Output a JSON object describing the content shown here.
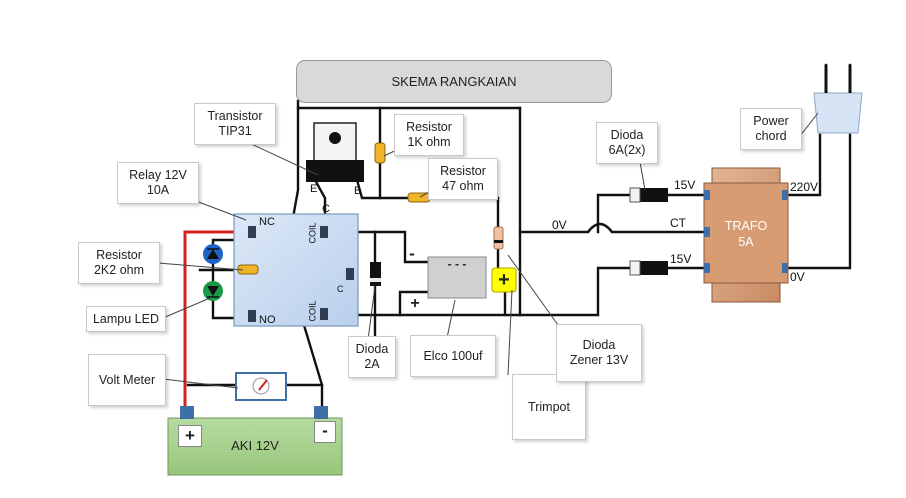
{
  "title": "SKEMA RANGKAIAN",
  "components": {
    "transistor": "Transistor\nTIP31",
    "transistor_pins": {
      "e": "E",
      "b": "B",
      "c": "C"
    },
    "relay": "Relay 12V\n10A",
    "relay_pins": {
      "nc": "NC",
      "no": "NO",
      "coil_top": "COIL",
      "coil_bottom": "COIL",
      "c": "C"
    },
    "resistor_2k2": "Resistor\n2K2 ohm",
    "lampu_led": "Lampu LED",
    "volt_meter": "Volt Meter",
    "aki": "AKI 12V",
    "aki_plus": "+",
    "aki_minus": "-",
    "resistor_1k": "Resistor\n1K ohm",
    "resistor_47": "Resistor\n47 ohm",
    "dioda_2a": "Dioda\n2A",
    "elco": "Elco 100uf",
    "elco_minus": "-",
    "elco_plus": "+",
    "elco_body": "- - -",
    "trimpot": "Trimpot",
    "zener": "Dioda\nZener 13V",
    "dioda_6a": "Dioda\n6A(2x)",
    "trafo": "TRAFO\n5A",
    "power_chord": "Power\nchord",
    "trimpot_symbol": "+"
  },
  "wire_labels": {
    "zero_v_mid": "0V",
    "v15_top": "15V",
    "ct": "CT",
    "v15_bottom": "15V",
    "v220": "220V",
    "zero_v_right": "0V"
  },
  "colors": {
    "wire": "#111111",
    "red_wire": "#d42020",
    "relay_fill": "#cfe0f5",
    "aki_fill": "#a9d18e",
    "trafo_fill": "#d4a07a",
    "trimpot_fill": "#ffff00",
    "resistor_fill": "#f0b429",
    "terminal_fill": "#3e6fa8",
    "plug_fill": "#d6e4f5"
  }
}
